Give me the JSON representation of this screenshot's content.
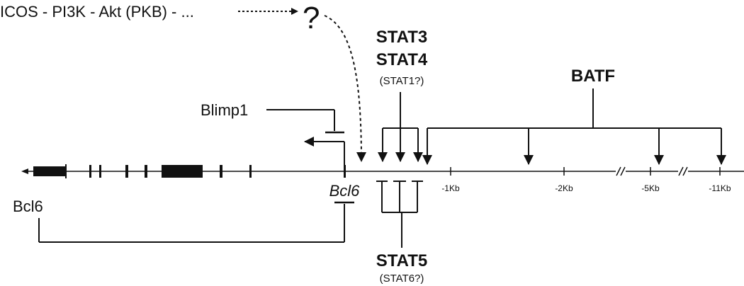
{
  "pathway_text": "ICOS - PI3K - Akt (PKB) - ...",
  "question_mark": "?",
  "stat3_label": "STAT3",
  "stat4_label": "STAT4",
  "stat1_label": "(STAT1?)",
  "batf_label": "BATF",
  "blimp1_label": "Blimp1",
  "bcl6_protein_label": "Bcl6",
  "bcl6_gene_label": "Bcl6",
  "stat5_label": "STAT5",
  "stat6_label": "(STAT6?)",
  "kb_ticks": [
    "-1Kb",
    "-2Kb",
    "-5Kb",
    "-11Kb"
  ],
  "colors": {
    "ink": "#111111",
    "background": "#ffffff"
  }
}
